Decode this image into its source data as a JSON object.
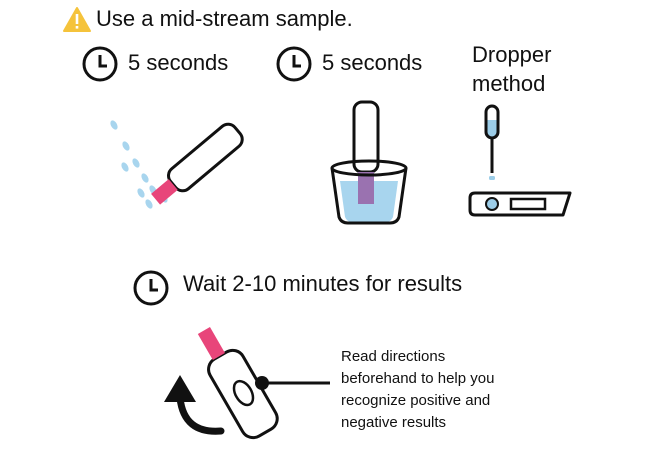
{
  "header": {
    "warning_text": "Use a mid-stream sample."
  },
  "steps": [
    {
      "label": "5 seconds"
    },
    {
      "label": "5 seconds"
    },
    {
      "label_line1": "Dropper",
      "label_line2": "method"
    }
  ],
  "wait": {
    "label": "Wait 2-10 minutes for results"
  },
  "note": {
    "lines": [
      "Read directions",
      "beforehand to help you",
      "recognize positive and",
      "negative results"
    ]
  },
  "colors": {
    "warning": "#f5c33b",
    "water": "#a8d5ee",
    "tip": "#e8457a",
    "stroke": "#111111",
    "dropper_liquid": "#9ccde8"
  },
  "icons": [
    "warning-icon",
    "clock-icon",
    "clock-icon",
    "clock-icon",
    "rotate-arrow-icon"
  ]
}
